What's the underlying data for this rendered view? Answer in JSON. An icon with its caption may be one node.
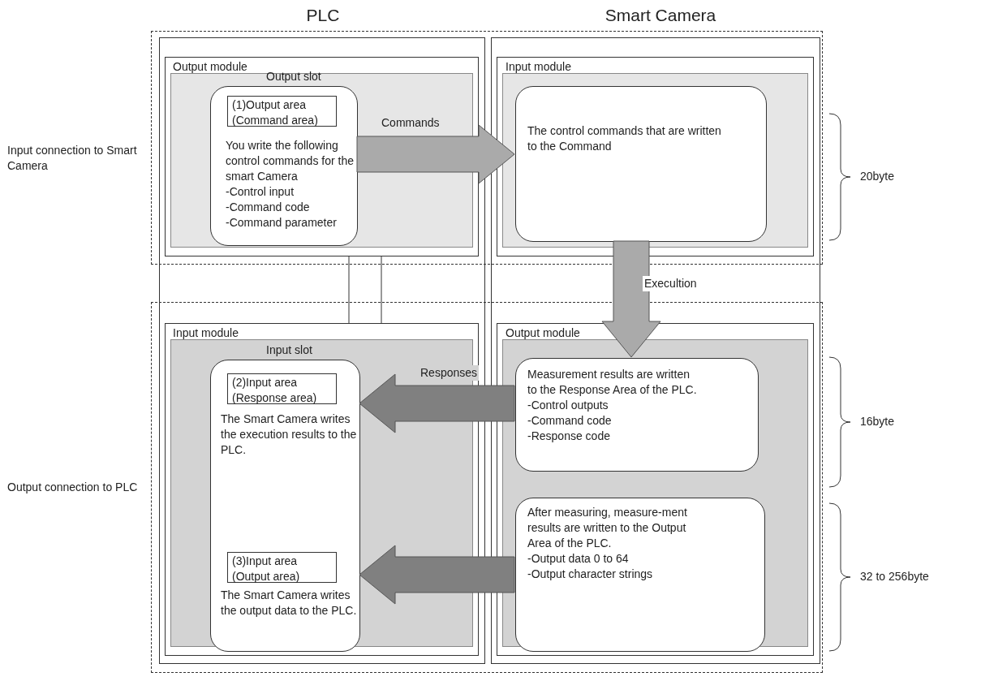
{
  "diagram": {
    "nodes": [
      {
        "text": [
          "Input connection to Smart Camera"
        ]
      },
      {
        "text": [
          "Output connection to PLC"
        ]
      },
      {
        "text": [
          "PLC"
        ]
      },
      {
        "text": [
          "Smart Camera"
        ]
      },
      {
        "text": [
          "Output module",
          "Output slot"
        ]
      },
      {
        "text": [
          "You write the following control commands for the smart Camera",
          "-Control input",
          "-Command code",
          "-Command parameter"
        ],
        "in": 4
      },
      {
        "text": [
          "(1)Output area (Command area)"
        ],
        "in": 5
      },
      {
        "text": [
          "Input module"
        ]
      },
      {
        "text": [
          "The control commands that are written to the Command"
        ],
        "in": 7
      },
      {
        "text": [
          "Input module",
          "Input slot"
        ]
      },
      {
        "text": [
          "The Smart Camera  writes the execution results to the PLC.",
          "The Smart Camera writes the output data to the PLC."
        ],
        "in": 9
      },
      {
        "text": [
          "(2)Input area (Response area)"
        ],
        "in": 10
      },
      {
        "text": [
          "(3)Input area (Output area)"
        ],
        "in": 10
      },
      {
        "text": [
          "Output module"
        ]
      },
      {
        "text": [
          "Measurement results are written to the Response Area of the PLC.",
          "-Control outputs",
          "-Command code",
          "-Response code"
        ],
        "in": 13
      },
      {
        "text": [
          "After measuring, measure-ment results are written to the Output Area of the PLC.",
          "-Output data 0 to 64",
          "-Output character strings"
        ],
        "in": 13
      }
    ],
    "edges": [
      {
        "from": 5,
        "to": 8,
        "arrow": "to",
        "label": "Commands",
        "color": "#aaaaaa"
      },
      {
        "from": 8,
        "to": 14,
        "arrow": "to",
        "label": "Execultion",
        "color": "#aaaaaa"
      },
      {
        "from": 14,
        "to": 10,
        "arrow": "to",
        "label": "Responses",
        "color": "#808080"
      },
      {
        "from": 15,
        "to": 10,
        "arrow": "to",
        "color": "#808080"
      }
    ],
    "labels": [
      "20byte",
      "16byte",
      "32 to 256byte"
    ]
  }
}
